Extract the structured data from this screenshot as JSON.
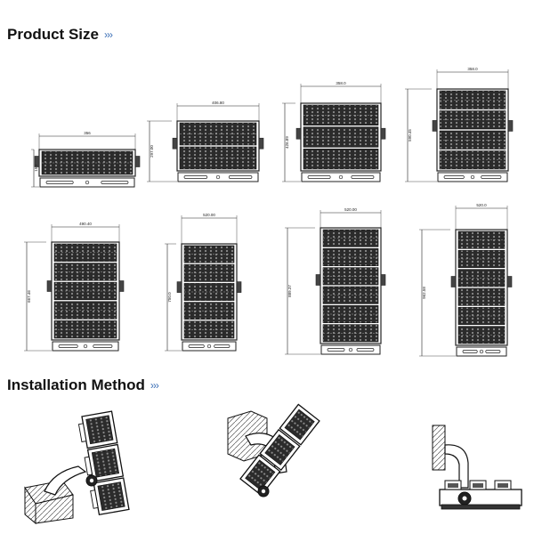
{
  "sections": {
    "product_size_title": "Product Size",
    "installation_title": "Installation Method",
    "chevrons": "›››"
  },
  "products": [
    {
      "width_label": "356",
      "height_label": "150"
    },
    {
      "width_label": "406.80",
      "height_label": "297.00"
    },
    {
      "width_label": "358.0",
      "height_label": "426.89"
    },
    {
      "width_label": "358.0",
      "height_label": "590.45"
    },
    {
      "width_label": "490.40",
      "height_label": "667.46"
    },
    {
      "width_label": "520.00",
      "height_label": "750.0"
    },
    {
      "width_label": "520.00",
      "height_label": "889.37"
    },
    {
      "width_label": "520.0",
      "height_label": "962.58"
    }
  ],
  "colors": {
    "line": "#222222",
    "panel": "#2b2b2b",
    "accent_chevron": "#3b6fb6"
  },
  "icons": {
    "chevron": "triple-chevron-right",
    "mount_wall_side": "wall-mount-side-icon",
    "mount_wall_top": "wall-mount-top-icon",
    "mount_floor": "floor-mount-icon"
  }
}
